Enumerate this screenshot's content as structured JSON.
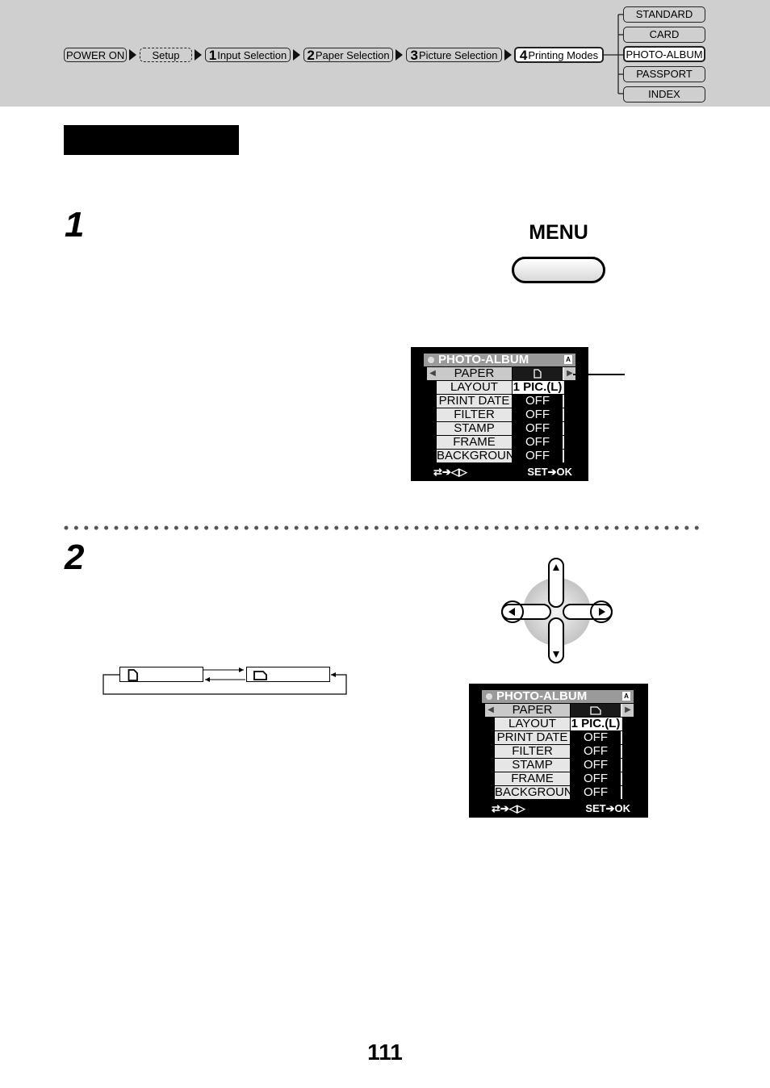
{
  "breadcrumb": {
    "power_on": "POWER ON",
    "setup": "Setup",
    "steps": [
      {
        "num": "1",
        "label": "Input Selection"
      },
      {
        "num": "2",
        "label": "Paper Selection"
      },
      {
        "num": "3",
        "label": "Picture Selection"
      },
      {
        "num": "4",
        "label": "Printing Modes"
      }
    ]
  },
  "modes": [
    "STANDARD",
    "CARD",
    "PHOTO-ALBUM",
    "PASSPORT",
    "INDEX"
  ],
  "selected_mode": "PHOTO-ALBUM",
  "step1": {
    "number": "1",
    "menu_label": "MENU"
  },
  "step2": {
    "number": "2"
  },
  "screen": {
    "title": "PHOTO-ALBUM",
    "rows": [
      {
        "label": "PAPER",
        "value": ""
      },
      {
        "label": "LAYOUT",
        "value": "1 PIC.(L)"
      },
      {
        "label": "PRINT DATE",
        "value": "OFF"
      },
      {
        "label": "FILTER",
        "value": "OFF"
      },
      {
        "label": "STAMP",
        "value": "OFF"
      },
      {
        "label": "FRAME",
        "value": "OFF"
      },
      {
        "label": "BACKGROUND",
        "value": "OFF"
      }
    ],
    "footer_left": "⇄➔◁▷",
    "footer_right": "SET➔OK"
  },
  "icons": {
    "portrait_paper": "portrait-paper-icon",
    "landscape_paper": "landscape-paper-icon",
    "dpad": "dpad-icon"
  },
  "page_number": "111"
}
